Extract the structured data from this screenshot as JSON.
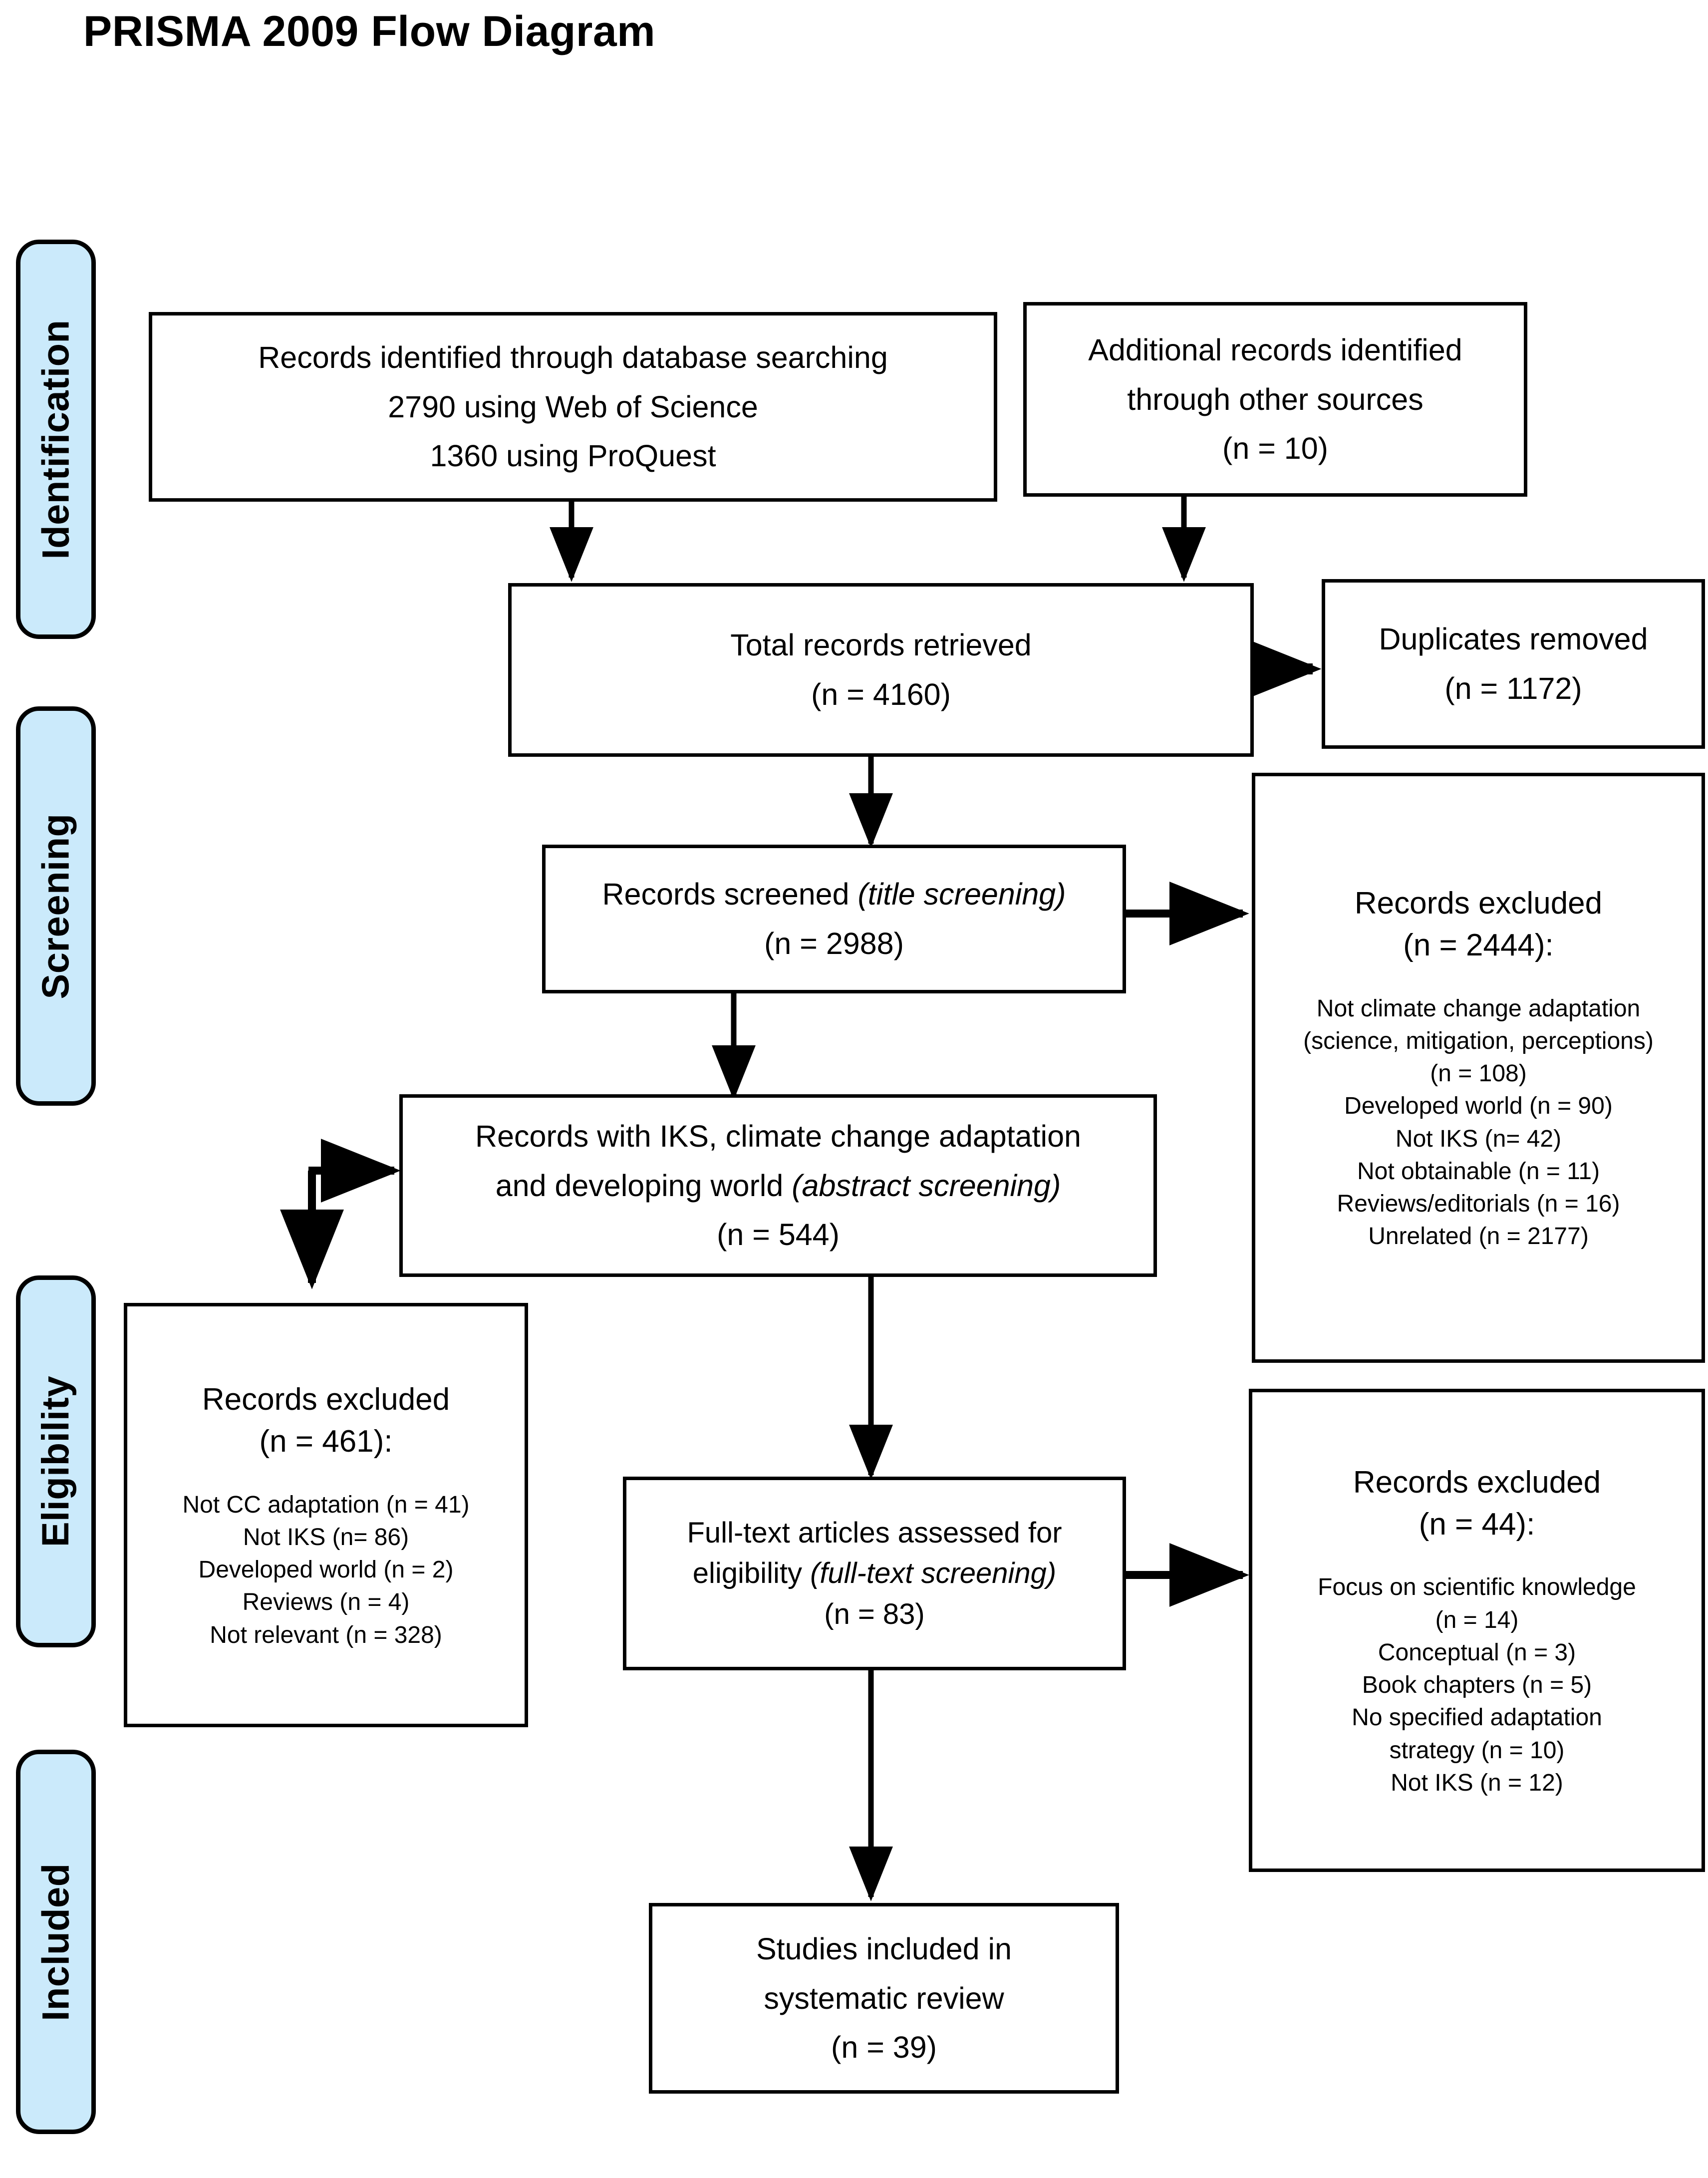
{
  "title": "PRISMA 2009 Flow Diagram",
  "phases": [
    {
      "id": "identification",
      "label": "Identification"
    },
    {
      "id": "screening",
      "label": "Screening"
    },
    {
      "id": "eligibility",
      "label": "Eligibility"
    },
    {
      "id": "included",
      "label": "Included"
    }
  ],
  "colors": {
    "phase_fill": "#cbeafb",
    "stroke": "#000000",
    "box_fill": "#ffffff",
    "text": "#000000"
  },
  "boxes": {
    "database_search": {
      "lines": [
        "Records identified through database searching",
        "2790 using Web of Science",
        "1360 using ProQuest"
      ]
    },
    "other_sources": {
      "lines": [
        "Additional records identified",
        "through other sources",
        "(n = 10)"
      ]
    },
    "total_retrieved": {
      "lines": [
        "Total records retrieved",
        "(n = 4160)"
      ]
    },
    "duplicates_removed": {
      "lines": [
        "Duplicates removed",
        "(n = 1172)"
      ]
    },
    "records_screened": {
      "line1_main": "Records screened ",
      "line1_italic": "(title screening)",
      "line2": "(n = 2988)"
    },
    "records_excluded_title": {
      "heading": [
        "Records excluded",
        "(n = 2444):"
      ],
      "reasons": [
        "Not climate change adaptation",
        "(science, mitigation, perceptions)",
        "(n = 108)",
        "Developed world (n = 90)",
        "Not IKS (n= 42)",
        "Not obtainable (n = 11)",
        "Reviews/editorials (n = 16)",
        "Unrelated (n = 2177)"
      ]
    },
    "records_iks": {
      "line1": "Records with IKS, climate change adaptation",
      "line2_main": "and developing world ",
      "line2_italic": "(abstract screening)",
      "line3": "(n = 544)"
    },
    "records_excluded_abstract": {
      "heading": [
        "Records excluded",
        "(n = 461):"
      ],
      "reasons": [
        "Not CC adaptation (n = 41)",
        "Not IKS (n= 86)",
        "Developed world (n = 2)",
        "Reviews (n = 4)",
        "Not relevant (n = 328)"
      ]
    },
    "full_text_assessed": {
      "line1": "Full-text articles assessed for",
      "line2_main": "eligibility ",
      "line2_italic": "(full-text screening)",
      "line3": "(n = 83)"
    },
    "records_excluded_fulltext": {
      "heading": [
        "Records excluded",
        "(n = 44):"
      ],
      "reasons": [
        "Focus on scientific knowledge",
        "(n = 14)",
        "Conceptual (n = 3)",
        "Book chapters (n = 5)",
        "No specified adaptation",
        "strategy (n = 10)",
        "Not IKS (n = 12)"
      ]
    },
    "studies_included": {
      "lines": [
        "Studies included in",
        "systematic review",
        "(n = 39)"
      ]
    }
  },
  "chart_data": {
    "type": "diagram",
    "title": "PRISMA 2009 Flow Diagram",
    "nodes": [
      {
        "id": "database_search",
        "phase": "Identification",
        "n": null,
        "detail": {
          "web_of_science": 2790,
          "proquest": 1360
        }
      },
      {
        "id": "other_sources",
        "phase": "Identification",
        "n": 10
      },
      {
        "id": "total_retrieved",
        "phase": "Identification",
        "n": 4160
      },
      {
        "id": "duplicates_removed",
        "phase": "Identification",
        "n": 1172
      },
      {
        "id": "records_screened",
        "phase": "Screening",
        "n": 2988
      },
      {
        "id": "records_excluded_title",
        "phase": "Screening",
        "n": 2444
      },
      {
        "id": "records_iks",
        "phase": "Screening",
        "n": 544
      },
      {
        "id": "records_excluded_abstract",
        "phase": "Eligibility",
        "n": 461
      },
      {
        "id": "full_text_assessed",
        "phase": "Eligibility",
        "n": 83
      },
      {
        "id": "records_excluded_fulltext",
        "phase": "Eligibility",
        "n": 44
      },
      {
        "id": "studies_included",
        "phase": "Included",
        "n": 39
      }
    ],
    "edges": [
      {
        "from": "database_search",
        "to": "total_retrieved"
      },
      {
        "from": "other_sources",
        "to": "total_retrieved"
      },
      {
        "from": "total_retrieved",
        "to": "duplicates_removed"
      },
      {
        "from": "total_retrieved",
        "to": "records_screened"
      },
      {
        "from": "records_screened",
        "to": "records_excluded_title"
      },
      {
        "from": "records_screened",
        "to": "records_iks"
      },
      {
        "from": "records_iks",
        "to": "records_excluded_abstract"
      },
      {
        "from": "records_iks",
        "to": "full_text_assessed"
      },
      {
        "from": "full_text_assessed",
        "to": "records_excluded_fulltext"
      },
      {
        "from": "full_text_assessed",
        "to": "studies_included"
      }
    ]
  }
}
